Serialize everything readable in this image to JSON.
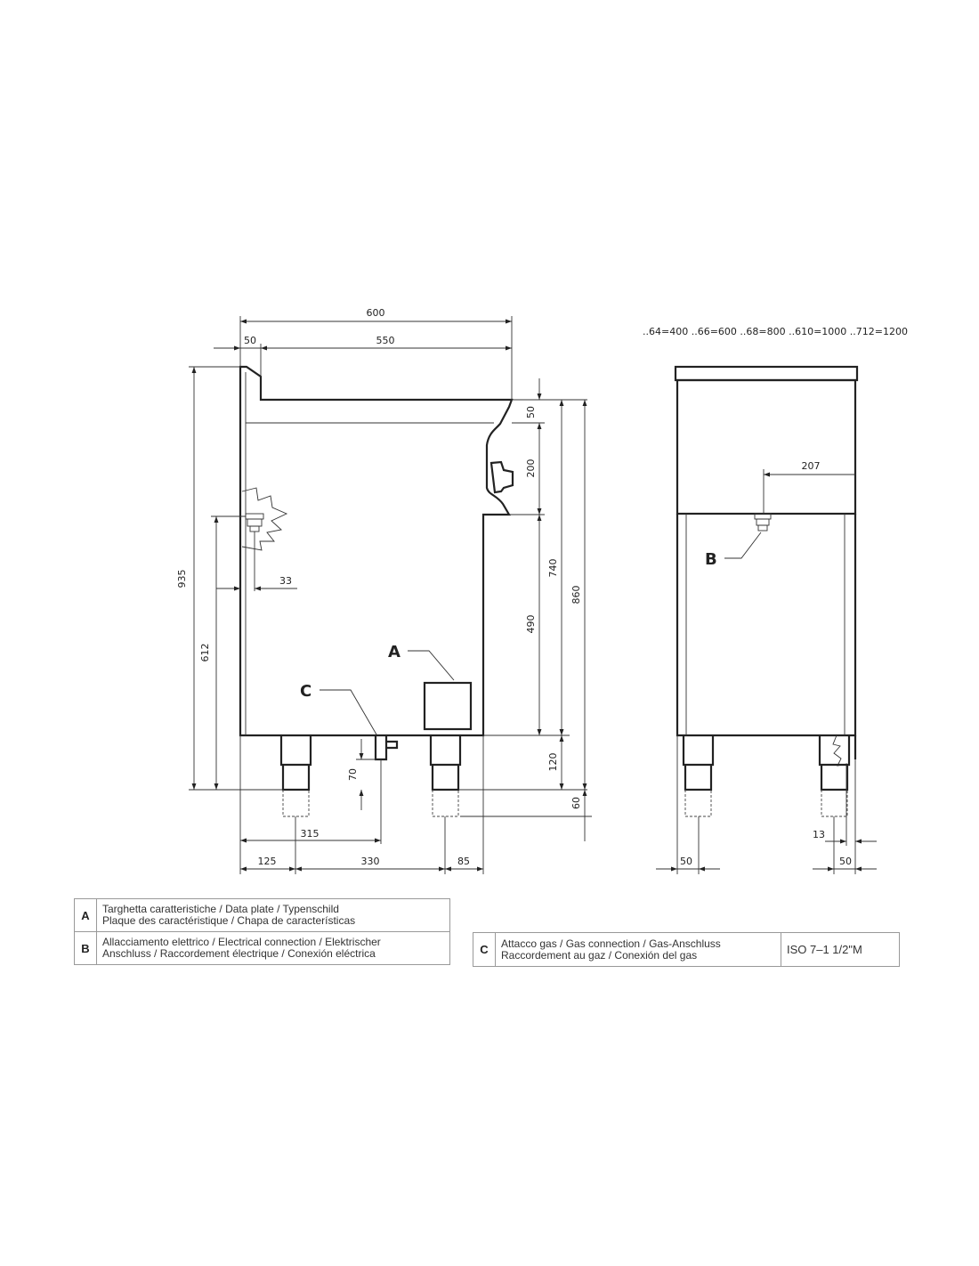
{
  "views": {
    "side": {
      "dimensions": {
        "total_depth": "600",
        "upstand": "50",
        "top_depth": "550",
        "total_height": "935",
        "electrical_height": "612",
        "electrical_offset": "33",
        "top_thickness": "50",
        "panel_height": "200",
        "body_height": "740",
        "lower_height": "490",
        "worktop_height": "860",
        "leg_height": "120",
        "leg_adjust": "60",
        "gas_height": "70",
        "gas_depth": "315",
        "leg_offset_front": "125",
        "leg_spacing": "330",
        "leg_offset_rear": "85"
      },
      "callouts": {
        "a": "A",
        "c": "C"
      }
    },
    "front": {
      "width_variants": "..64=400 ..66=600 ..68=800 ..610=1000 ..712=1200",
      "dimensions": {
        "electrical_offset": "207",
        "leg_left": "50",
        "leg_right": "50",
        "leg_side": "13"
      },
      "callouts": {
        "b": "B"
      }
    }
  },
  "legend": {
    "a": {
      "key": "A",
      "line1": "Targhetta caratteristiche / Data plate / Typenschild",
      "line2": "Plaque des caractéristique / Chapa de características"
    },
    "b": {
      "key": "B",
      "line1": "Allacciamento elettrico / Electrical connection / Elektrischer",
      "line2": "Anschluss / Raccordement électrique / Conexión eléctrica"
    },
    "c": {
      "key": "C",
      "line1": "Attacco gas / Gas connection / Gas-Anschluss",
      "line2": "Raccordement au gaz / Conexión del gas",
      "spec": "ISO 7–1  1/2\"M"
    }
  }
}
